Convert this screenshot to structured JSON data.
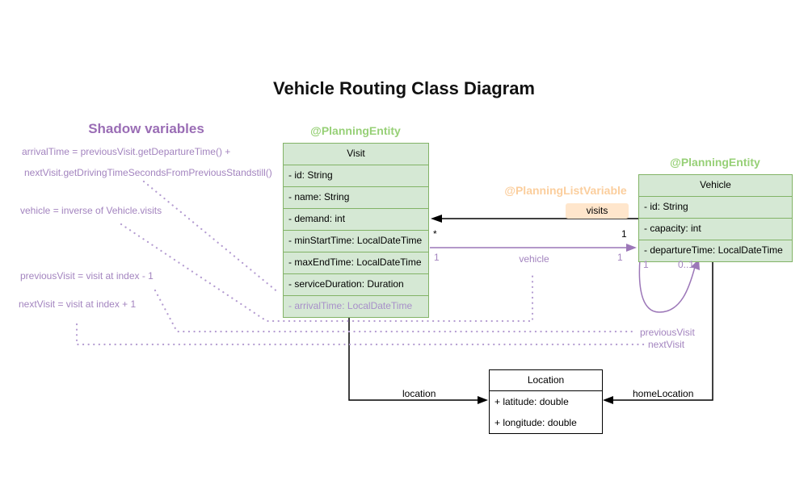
{
  "title": "Vehicle Routing Class Diagram",
  "shadow": {
    "heading": "Shadow variables",
    "notes": [
      "arrivalTime = previousVisit.getDepartureTime() +",
      "nextVisit.getDrivingTimeSecondsFromPreviousStandstill()",
      "vehicle = inverse of Vehicle.visits",
      "previousVisit = visit at index - 1",
      "nextVisit = visit at index + 1"
    ]
  },
  "classes": {
    "visit": {
      "annotation": "@PlanningEntity",
      "name": "Visit",
      "fields": [
        {
          "text": "- id: String"
        },
        {
          "text": "- name: String"
        },
        {
          "text": "- demand: int"
        },
        {
          "text": "- minStartTime: LocalDateTime"
        },
        {
          "text": "- maxEndTime: LocalDateTime"
        },
        {
          "text": "- serviceDuration: Duration"
        },
        {
          "text": "- arrivalTime: LocalDateTime",
          "shadow": true
        }
      ]
    },
    "vehicle": {
      "annotation": "@PlanningEntity",
      "name": "Vehicle",
      "fields": [
        {
          "text": "- id: String"
        },
        {
          "text": "- capacity: int"
        },
        {
          "text": "- departureTime: LocalDateTime"
        }
      ]
    },
    "location": {
      "name": "Location",
      "fields": [
        {
          "text": "+ latitude: double"
        },
        {
          "text": "+ longitude: double"
        }
      ]
    }
  },
  "associations": {
    "visits": {
      "annotation": "@PlanningListVariable",
      "label": "visits",
      "visit_end_multiplicity": "*",
      "vehicle_end_multiplicity": "1"
    },
    "vehicle_ref": {
      "label": "vehicle",
      "visit_end_multiplicity": "1",
      "vehicle_end_multiplicity": "1"
    },
    "chain": {
      "one": "1",
      "zero_or_one": "0..1",
      "previous_label": "previousVisit",
      "next_label": "nextVisit"
    },
    "location_ref": {
      "label": "location"
    },
    "home_location_ref": {
      "label": "homeLocation"
    }
  },
  "colors": {
    "entity_fill": "#d5e8d4",
    "entity_stroke": "#82b366",
    "entity_annotation_text": "#97d077",
    "list_variable_text": "#fbce9d",
    "list_variable_fill": "#ffe6cc",
    "purple_line": "#9c77b8",
    "purple_text": "#a384bf",
    "black": "#000000"
  }
}
